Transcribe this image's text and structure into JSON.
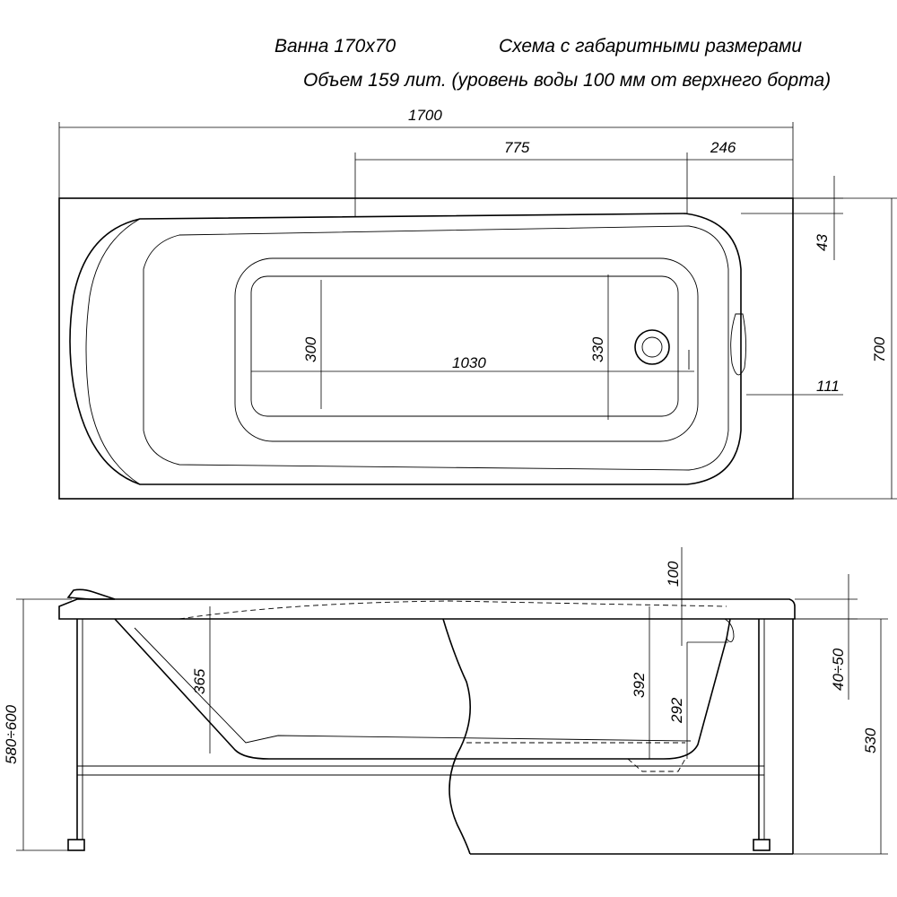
{
  "header": {
    "model": "Ванна 170х70",
    "scheme": "Схема с габаритными размерами",
    "volume": "Объем 159 лит. (уровень воды 100 мм от верхнего борта)"
  },
  "dimensions": {
    "overall_length": "1700",
    "drain_to_end": "775",
    "end_offset": "246",
    "rim_width": "43",
    "overall_width": "700",
    "overflow_offset": "111",
    "bottom_width": "300",
    "inner_width": "330",
    "bottom_length": "1030",
    "water_level": "100",
    "height_range": "580÷600",
    "overflow_height": "40÷50",
    "head_depth": "365",
    "depth": "392",
    "overflow_depth": "292",
    "body_height": "530"
  }
}
